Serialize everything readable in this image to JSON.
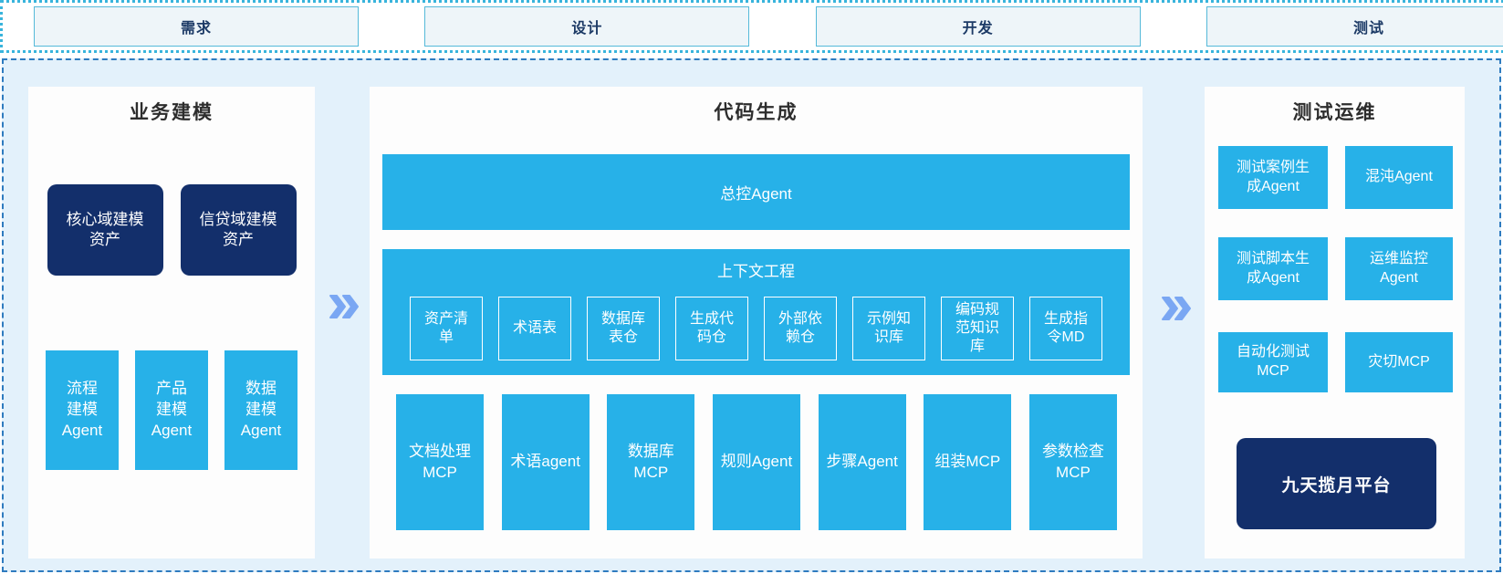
{
  "phases": [
    "需求",
    "设计",
    "开发",
    "测试"
  ],
  "left_panel": {
    "title": "业务建模",
    "asset_boxes": [
      "核心域建模资产",
      "信贷域建模资产"
    ],
    "agent_boxes": [
      "流程建模Agent",
      "产品建模Agent",
      "数据建模Agent"
    ]
  },
  "center_panel": {
    "title": "代码生成",
    "master_agent": "总控Agent",
    "context": {
      "title": "上下文工程",
      "items": [
        "资产清单",
        "术语表",
        "数据库表仓",
        "生成代码仓",
        "外部依赖仓",
        "示例知识库",
        "编码规范知识库",
        "生成指令MD"
      ]
    },
    "mcp_row": [
      "文档处理MCP",
      "术语agent",
      "数据库MCP",
      "规则Agent",
      "步骤Agent",
      "组装MCP",
      "参数检查MCP"
    ]
  },
  "right_panel": {
    "title": "测试运维",
    "boxes": [
      "测试案例生成Agent",
      "混沌Agent",
      "测试脚本生成Agent",
      "运维监控Agent",
      "自动化测试MCP",
      "灾切MCP"
    ],
    "platform": "九天揽月平台"
  },
  "colors": {
    "cyan": "#27b1e8",
    "navy": "#132f6b",
    "chevron_blue": "#7aa7f3",
    "area_background": "#e3f1fb",
    "panel_background": "#fdfdfd",
    "dashed_border": "#2e7bbf",
    "dotted_border": "#39b4dc",
    "phase_box_background": "#eef5f9",
    "phase_box_border": "#55b9d9",
    "phase_text": "#1c3a66"
  }
}
